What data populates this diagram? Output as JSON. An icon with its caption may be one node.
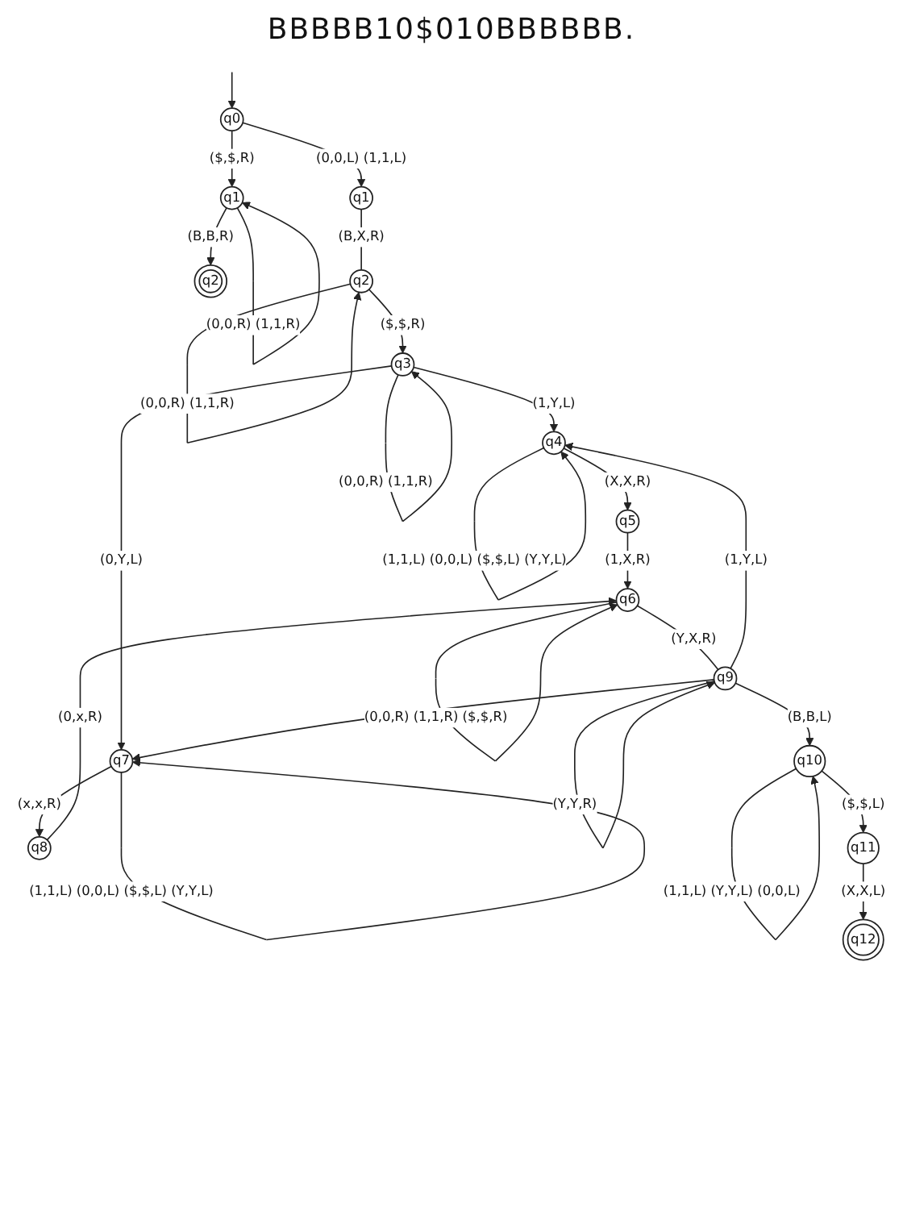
{
  "diagram": {
    "title": "BBBBB10$010BBBBBB.",
    "nodes": [
      {
        "text": [
          "q2"
        ]
      },
      {
        "text": [
          "q1"
        ]
      },
      {
        "text": [
          "q0"
        ]
      },
      {
        "text": [
          "q1"
        ]
      },
      {
        "text": [
          "q2"
        ]
      },
      {
        "text": [
          "q3"
        ]
      },
      {
        "text": [
          "q9"
        ]
      },
      {
        "text": [
          "q6"
        ]
      },
      {
        "text": [
          "q5"
        ]
      },
      {
        "text": [
          "q4"
        ]
      },
      {
        "text": [
          "q10"
        ]
      },
      {
        "text": [
          "q8"
        ]
      },
      {
        "text": [
          "q7"
        ]
      },
      {
        "text": [
          "q11"
        ]
      },
      {
        "text": [
          "q12"
        ]
      }
    ],
    "edges": [
      {
        "from": null,
        "to": 2,
        "arrow": "to"
      },
      {
        "from": 2,
        "to": 3,
        "arrow": "to",
        "label": "(0,0,L) (1,1,L)"
      },
      {
        "from": 2,
        "to": 1,
        "arrow": "to",
        "label": "($,$,R)"
      },
      {
        "from": 1,
        "to": 1,
        "arrow": "to",
        "label": "(0,0,R) (1,1,R)"
      },
      {
        "from": 1,
        "to": 0,
        "arrow": "to",
        "label": "(B,B,R)"
      },
      {
        "from": 3,
        "to": 4,
        "arrow": "none",
        "label": "(B,X,R)"
      },
      {
        "from": 4,
        "to": 4,
        "arrow": "to",
        "label": "(0,0,R) (1,1,R)"
      },
      {
        "from": 4,
        "to": 5,
        "arrow": "to",
        "label": "($,$,R)"
      },
      {
        "from": 5,
        "to": 5,
        "arrow": "to",
        "label": "(0,0,R) (1,1,R)"
      },
      {
        "from": 5,
        "to": 9,
        "arrow": "to",
        "label": "(1,Y,L)"
      },
      {
        "from": 5,
        "to": 12,
        "arrow": "to",
        "label": "(0,Y,L)"
      },
      {
        "from": 9,
        "to": 9,
        "arrow": "to",
        "label": "(1,1,L) (0,0,L) ($,$,L) (Y,Y,L)"
      },
      {
        "from": 9,
        "to": 8,
        "arrow": "to",
        "label": "(X,X,R)"
      },
      {
        "from": 8,
        "to": 7,
        "arrow": "to",
        "label": "(1,X,R)"
      },
      {
        "from": 7,
        "to": 7,
        "arrow": "to",
        "label": "(0,0,R) (1,1,R) ($,$,R)"
      },
      {
        "from": 7,
        "to": 6,
        "arrow": "none",
        "label": "(Y,X,R)"
      },
      {
        "from": 6,
        "to": 9,
        "arrow": "to",
        "label": "(1,Y,L)"
      },
      {
        "from": 6,
        "to": 10,
        "arrow": "to",
        "label": "(B,B,L)"
      },
      {
        "from": 6,
        "to": 6,
        "arrow": "to",
        "label": "(Y,Y,R)"
      },
      {
        "from": 6,
        "to": 12,
        "arrow": "to"
      },
      {
        "from": 12,
        "to": 12,
        "arrow": "to",
        "label": "(1,1,L) (0,0,L) ($,$,L) (Y,Y,L)"
      },
      {
        "from": 12,
        "to": 11,
        "arrow": "to",
        "label": "(x,x,R)"
      },
      {
        "from": 11,
        "to": 7,
        "arrow": "to",
        "label": "(0,x,R)"
      },
      {
        "from": 10,
        "to": 10,
        "arrow": "to",
        "label": "(1,1,L) (Y,Y,L) (0,0,L)"
      },
      {
        "from": 10,
        "to": 13,
        "arrow": "to",
        "label": "($,$,L)"
      },
      {
        "from": 13,
        "to": 14,
        "arrow": "to",
        "label": "(X,X,L)"
      }
    ]
  }
}
